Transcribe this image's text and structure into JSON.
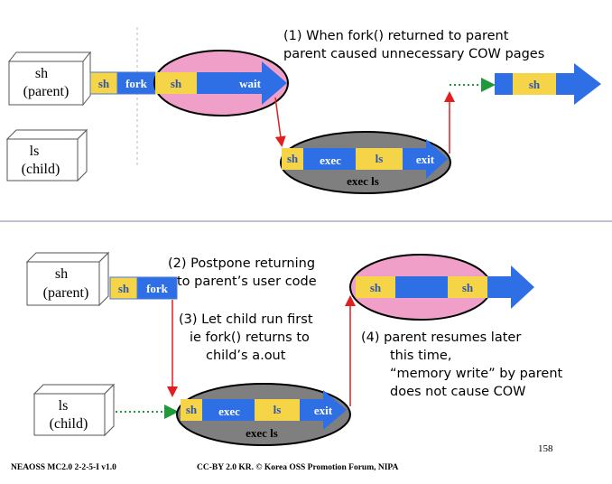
{
  "colors": {
    "arrow_blue": "#2f6fe6",
    "segment_yellow": "#f5d547",
    "parent_oval": "#f0a0c8",
    "child_oval": "#7f7f7f",
    "red_arrow": "#e02020",
    "green_dotted": "#1f9a3a",
    "divider": "#9a9ab8"
  },
  "top": {
    "sh_box": [
      "sh",
      "(parent)"
    ],
    "ls_box": [
      "ls",
      "(child)"
    ],
    "bar_sh": "sh",
    "bar_fork": "fork",
    "oval_sh": "sh",
    "oval_wait": "wait",
    "note_line1": "(1)  When fork() returned to parent",
    "note_line2": "parent caused unnecessary COW pages",
    "child_sh": "sh",
    "child_exec": "exec",
    "child_ls": "ls",
    "child_exit": "exit",
    "child_caption": "exec  ls",
    "resume_sh": "sh"
  },
  "bottom": {
    "sh_box": [
      "sh",
      "(parent)"
    ],
    "ls_box": [
      "ls",
      "(child)"
    ],
    "bar_sh": "sh",
    "bar_fork": "fork",
    "note2_line1": "(2) Postpone returning",
    "note2_line2": "to parent’s user code",
    "note3_line1": "(3) Let child run first",
    "note3_line2": "ie  fork() returns to",
    "note3_line3": "child’s  a.out",
    "oval_sh_left": "sh",
    "oval_sh_right": "sh",
    "note4_line1": "(4)  parent resumes later",
    "note4_line2": "this time,",
    "note4_line3": "“memory write” by parent",
    "note4_line4": "does not cause COW",
    "child_sh": "sh",
    "child_exec": "exec",
    "child_ls": "ls",
    "child_exit": "exit",
    "child_caption": "exec  ls"
  },
  "footer": {
    "left": "NEAOSS MC2.0 2-2-5-I v1.0",
    "center": "CC-BY 2.0 KR. © Korea OSS Promotion Forum, NIPA",
    "page": "158"
  }
}
